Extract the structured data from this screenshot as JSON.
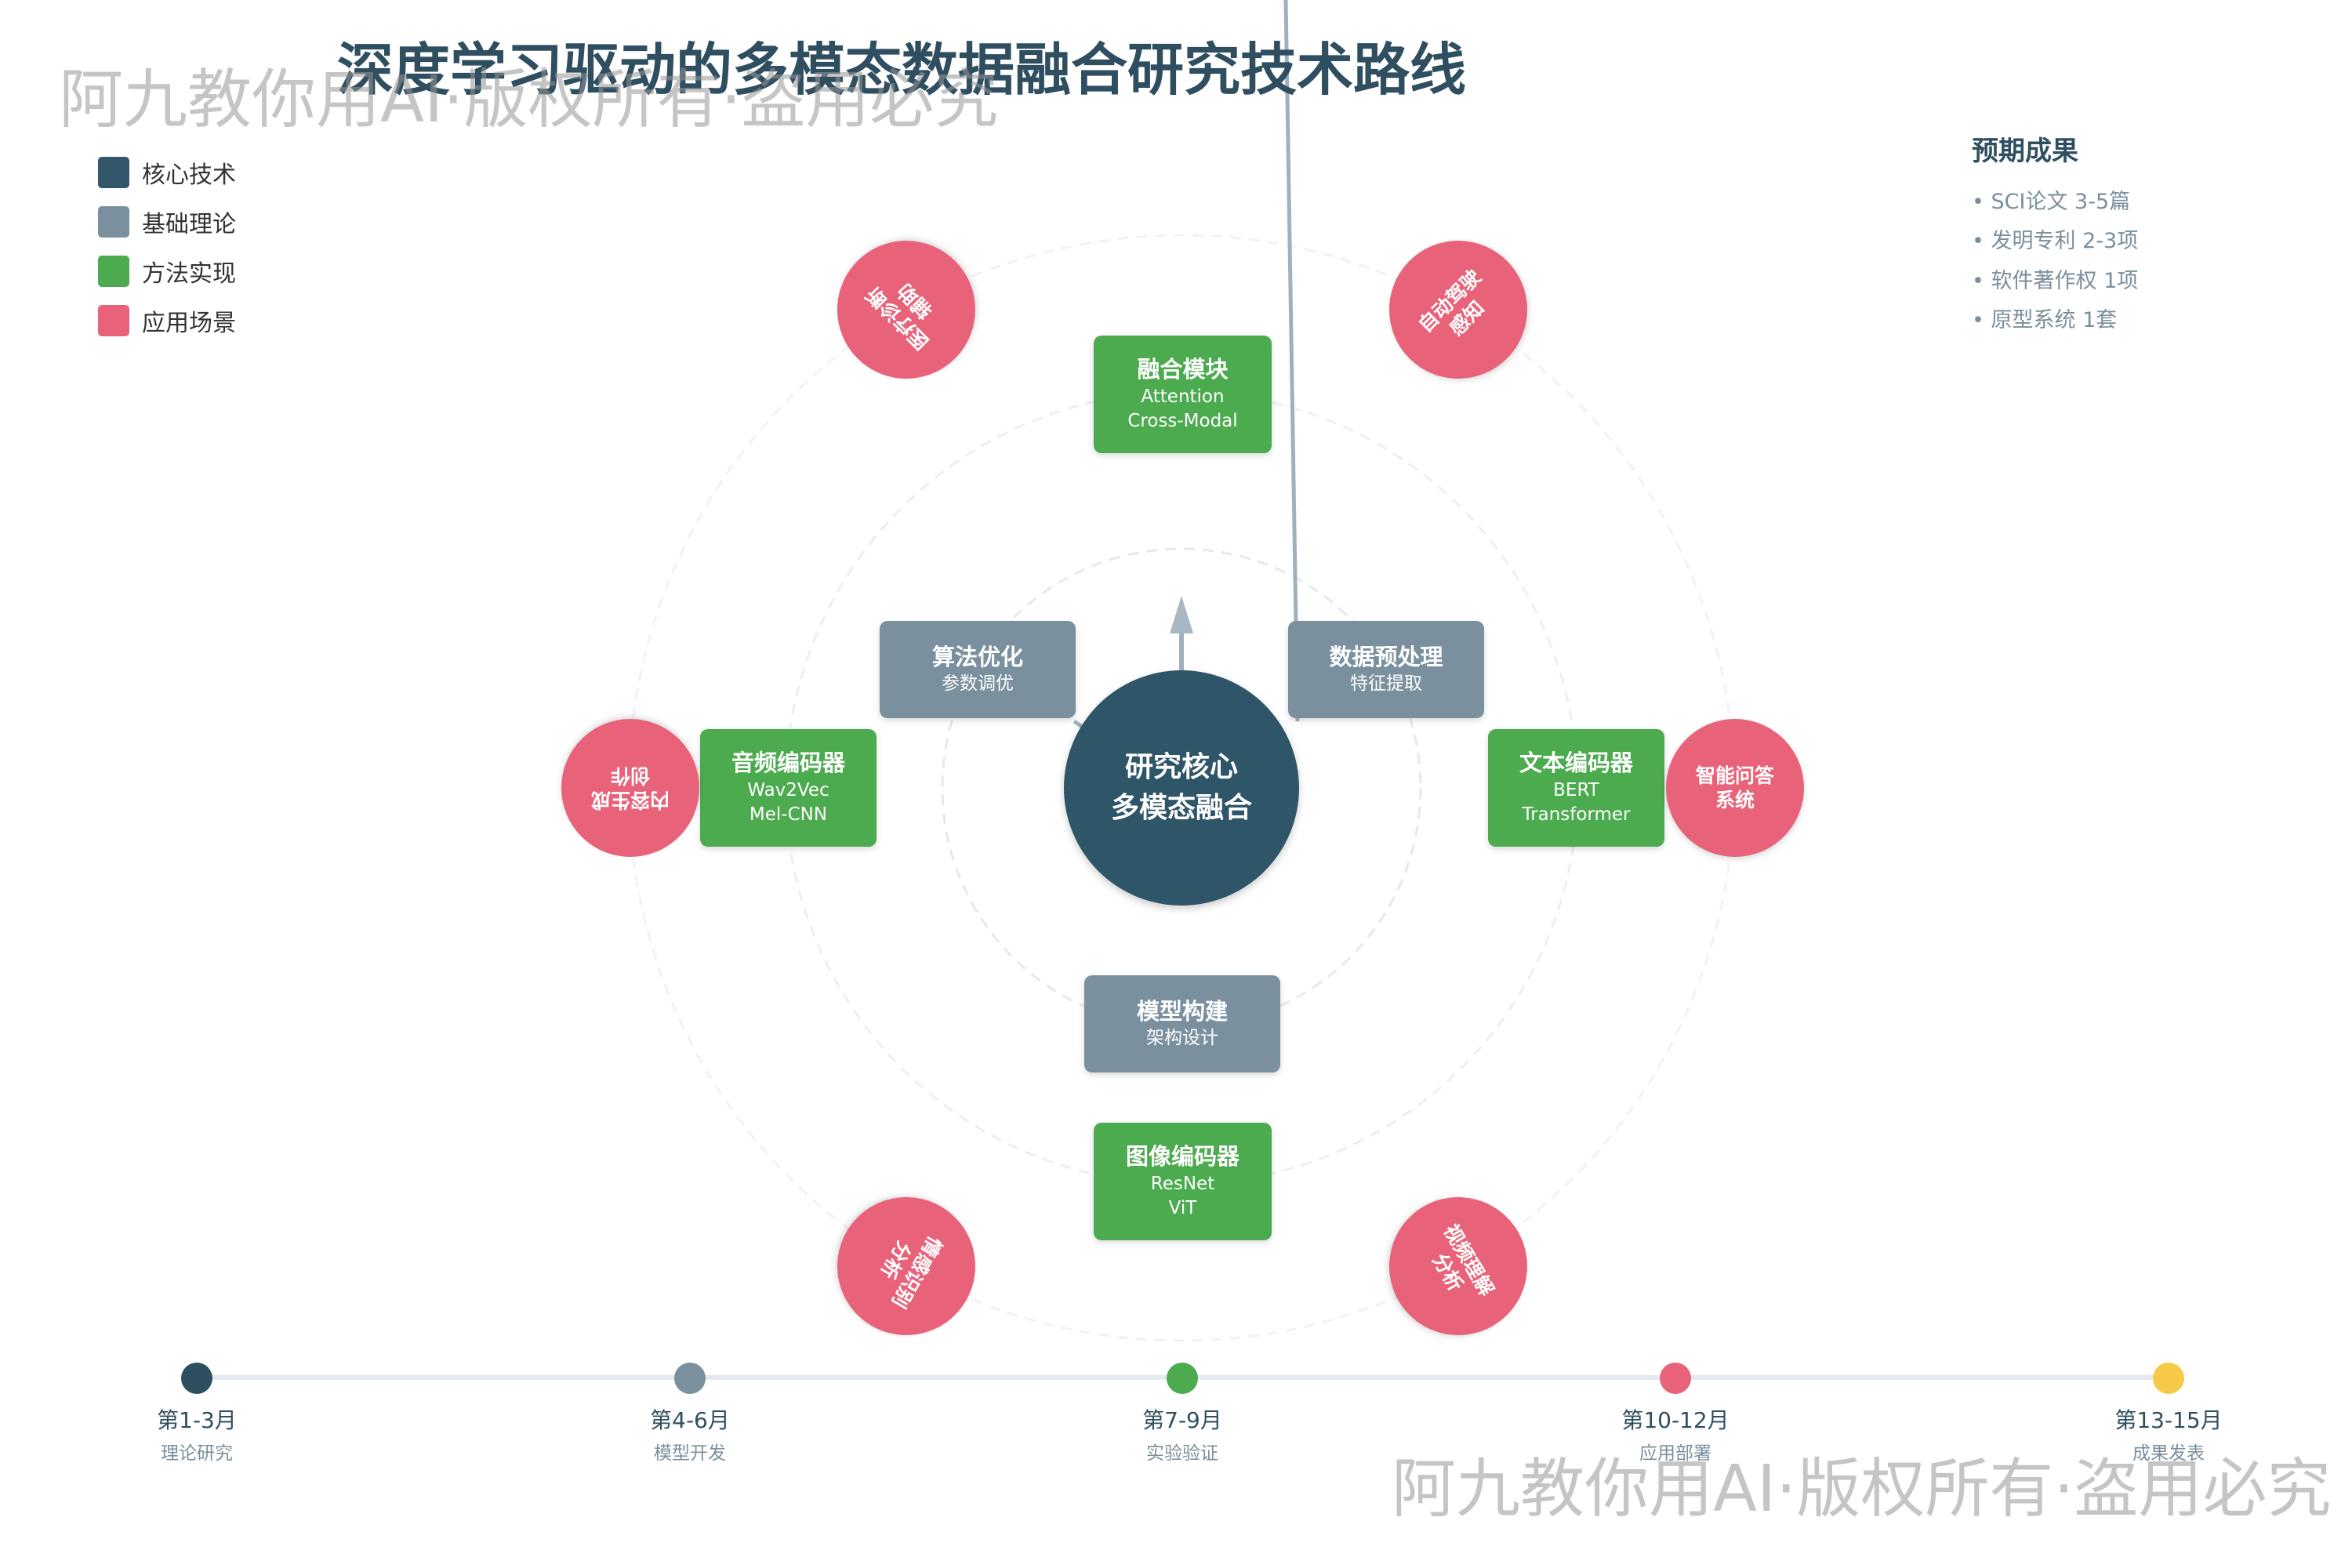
{
  "title": "深度学习驱动的多模态数据融合研究技术路线",
  "watermark": "阿九教你用AI·版权所有·盗用必究",
  "legend": [
    {
      "label": "核心技术",
      "color": "#34566a"
    },
    {
      "label": "基础理论",
      "color": "#7a909f"
    },
    {
      "label": "方法实现",
      "color": "#4caa4f"
    },
    {
      "label": "应用场景",
      "color": "#e8637a"
    }
  ],
  "outcomes": {
    "title": "预期成果",
    "items": [
      "• SCI论文 3-5篇",
      "• 发明专利 2-3项",
      "• 软件著作权 1项",
      "• 原型系统 1套"
    ]
  },
  "core": {
    "line1": "研究核心",
    "line2": "多模态融合"
  },
  "theory_nodes": {
    "algorithm": {
      "title": "算法优化",
      "sub": "参数调优"
    },
    "preprocess": {
      "title": "数据预处理",
      "sub": "特征提取"
    },
    "model": {
      "title": "模型构建",
      "sub": "架构设计"
    }
  },
  "method_nodes": {
    "fusion": {
      "title": "融合模块",
      "line1": "Attention",
      "line2": "Cross-Modal"
    },
    "audio": {
      "title": "音频编码器",
      "line1": "Wav2Vec",
      "line2": "Mel-CNN"
    },
    "text": {
      "title": "文本编码器",
      "line1": "BERT",
      "line2": "Transformer"
    },
    "image": {
      "title": "图像编码器",
      "line1": "ResNet",
      "line2": "ViT"
    }
  },
  "apps": {
    "medical": {
      "line1": "医疗诊断",
      "line2": "辅助"
    },
    "driving": {
      "line1": "自动驾驶",
      "line2": "感知"
    },
    "content": {
      "line1": "内容生成",
      "line2": "创作"
    },
    "qa": {
      "line1": "智能问答",
      "line2": "系统"
    },
    "emotion": {
      "line1": "情感识别",
      "line2": "分析"
    },
    "video": {
      "line1": "视频理解",
      "line2": "分析"
    }
  },
  "timeline": [
    {
      "period": "第1-3月",
      "stage": "理论研究",
      "color": "#2f4f61"
    },
    {
      "period": "第4-6月",
      "stage": "模型开发",
      "color": "#7a909f"
    },
    {
      "period": "第7-9月",
      "stage": "实验验证",
      "color": "#4caa4f"
    },
    {
      "period": "第10-12月",
      "stage": "应用部署",
      "color": "#e8637a"
    },
    {
      "period": "第13-15月",
      "stage": "成果发表",
      "color": "#f7c948"
    }
  ]
}
